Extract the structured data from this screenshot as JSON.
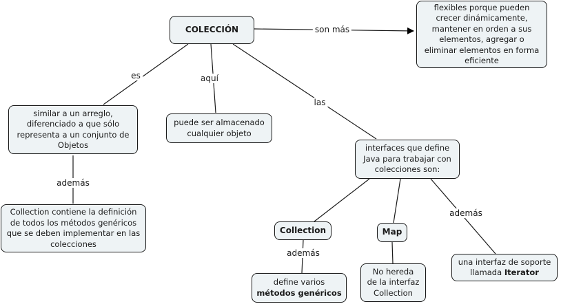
{
  "concept_map": {
    "nodes": {
      "coleccion": "COLECCIÓN",
      "flexibles": "flexibles porque pueden crecer dinámicamente, mantener en orden a sus elementos, agregar o eliminar elementos en forma eficiente",
      "similar": "similar a un arreglo, diferenciado a que sólo representa a un conjunto de Objetos",
      "almacenado": "puede ser almacenado cualquier objeto",
      "interfaces": "interfaces que define Java para trabajar con colecciones son:",
      "collection_def": "Collection contiene la definición de todos los métodos genéricos que se deben implementar en las colecciones",
      "collection": "Collection",
      "map": "Map",
      "define_varios_prefix": "define varios",
      "define_varios_bold": "métodos genéricos",
      "no_hereda": "No hereda de la interfaz Collection",
      "iterator_prefix": "una interfaz de soporte llamada",
      "iterator_bold": "Iterator"
    },
    "links": {
      "son_mas": "son más",
      "es": "es",
      "aqui": "aquí",
      "las": "las",
      "ademas_left": "además",
      "ademas_collection": "además",
      "ademas_right": "además"
    }
  }
}
